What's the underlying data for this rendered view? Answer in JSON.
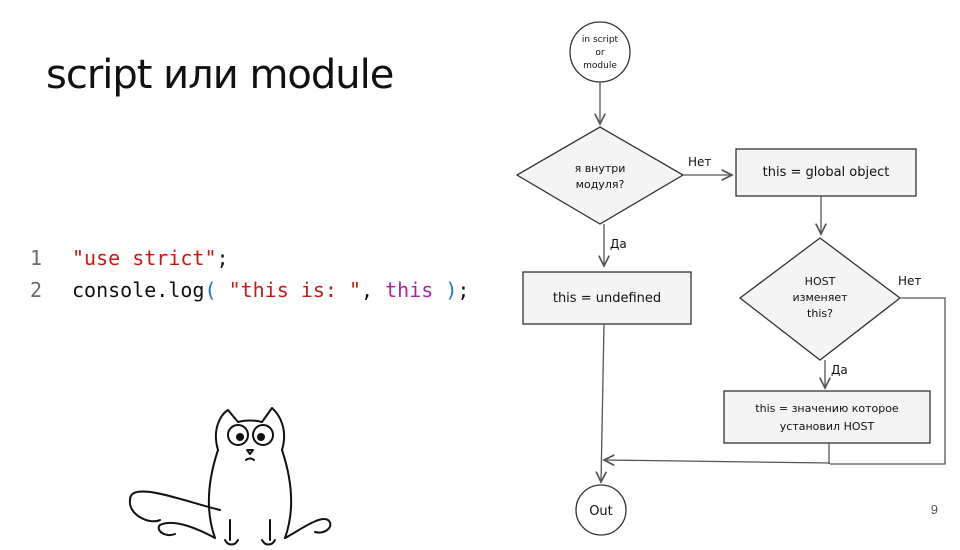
{
  "slide": {
    "title": "script или module",
    "page_number": "9"
  },
  "code": {
    "lines": [
      {
        "number": "1",
        "tokens": [
          {
            "t": "\"use strict\"",
            "k": "str"
          },
          {
            "t": ";",
            "k": "plain"
          }
        ]
      },
      {
        "number": "2",
        "tokens": [
          {
            "t": "console",
            "k": "plain"
          },
          {
            "t": ".log",
            "k": "plain"
          },
          {
            "t": "( ",
            "k": "paren"
          },
          {
            "t": "\"this is: \"",
            "k": "str"
          },
          {
            "t": ", ",
            "k": "plain"
          },
          {
            "t": "this",
            "k": "kw"
          },
          {
            "t": " )",
            "k": "paren"
          },
          {
            "t": ";",
            "k": "plain"
          }
        ]
      }
    ]
  },
  "flowchart": {
    "start_line1": "in script",
    "start_line2": "or",
    "start_line3": "module",
    "decision1_line1": "я внутри",
    "decision1_line2": "модуля?",
    "no_label_1": "Нет",
    "yes_label_1": "Да",
    "global_box": "this = global object",
    "undefined_box": "this = undefined",
    "decision2_line1": "HOST",
    "decision2_line2": "изменяет",
    "decision2_line3": "this?",
    "no_label_2": "Нет",
    "yes_label_2": "Да",
    "host_box_line1": "this = значению которое",
    "host_box_line2": "установил HOST",
    "end": "Out"
  }
}
